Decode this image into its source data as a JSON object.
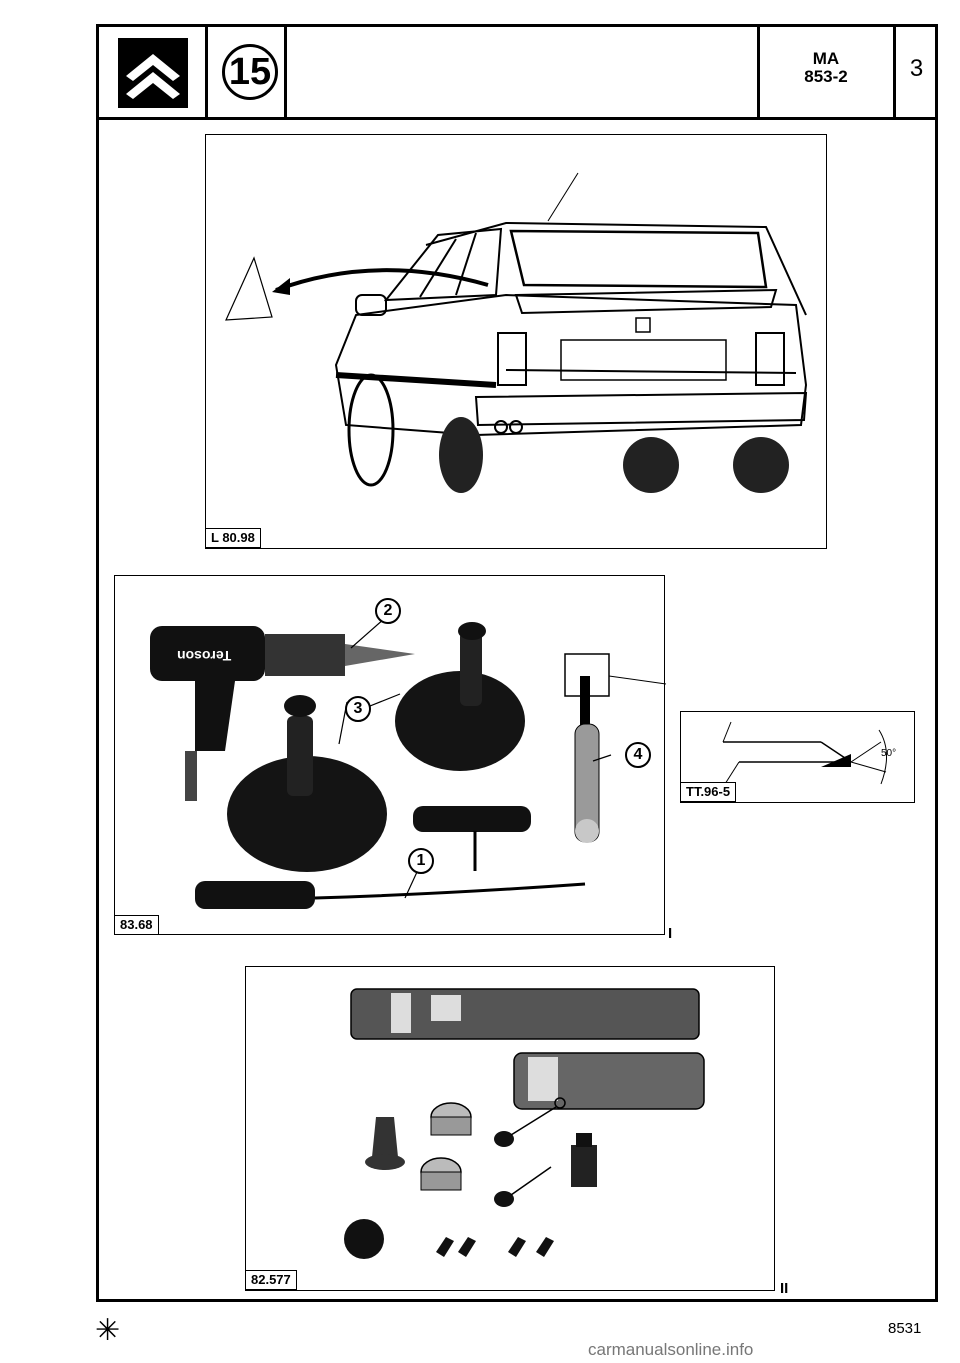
{
  "header": {
    "chapter_number": "15",
    "doc_code_line1": "MA",
    "doc_code_line2": "853-2",
    "page_number": "3"
  },
  "figures": {
    "rear_view": {
      "ref": "L 80.98"
    },
    "tools": {
      "ref": "83.68",
      "roman": "I",
      "callouts": [
        "1",
        "2",
        "3",
        "4"
      ],
      "gun_brand": "Teroson"
    },
    "blade_detail": {
      "ref": "TT.96-5",
      "angle": "50°"
    },
    "kit": {
      "ref": "82.577",
      "roman": "II"
    }
  },
  "footer": {
    "star": "✳",
    "code": "8531",
    "watermark": "carmanualsonline.info"
  }
}
